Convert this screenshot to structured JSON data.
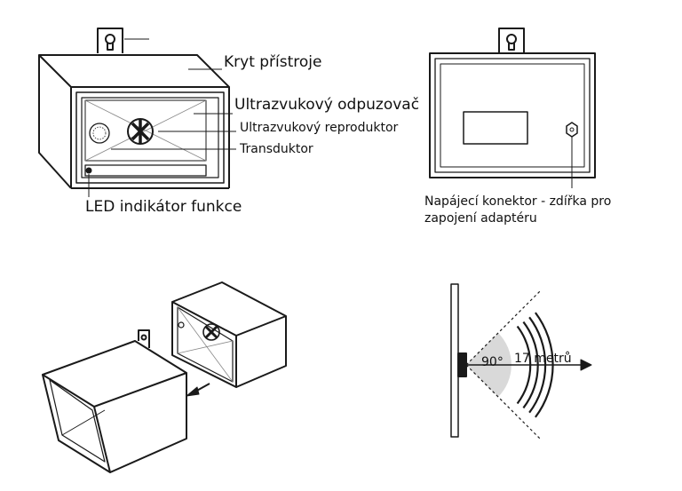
{
  "labels": {
    "cover": "Kryt přístroje",
    "repeller": "Ultrazvukový odpuzovač",
    "speaker": "Ultrazvukový reproduktor",
    "transducer": "Transduktor",
    "led": "LED indikátor funkce",
    "power": "Napájecí konektor - zdířka pro zapojení adaptéru",
    "angle": "90°",
    "range": "17 metrů"
  },
  "colors": {
    "line": "#1a1a1a",
    "cone": "#d9d9d9"
  }
}
